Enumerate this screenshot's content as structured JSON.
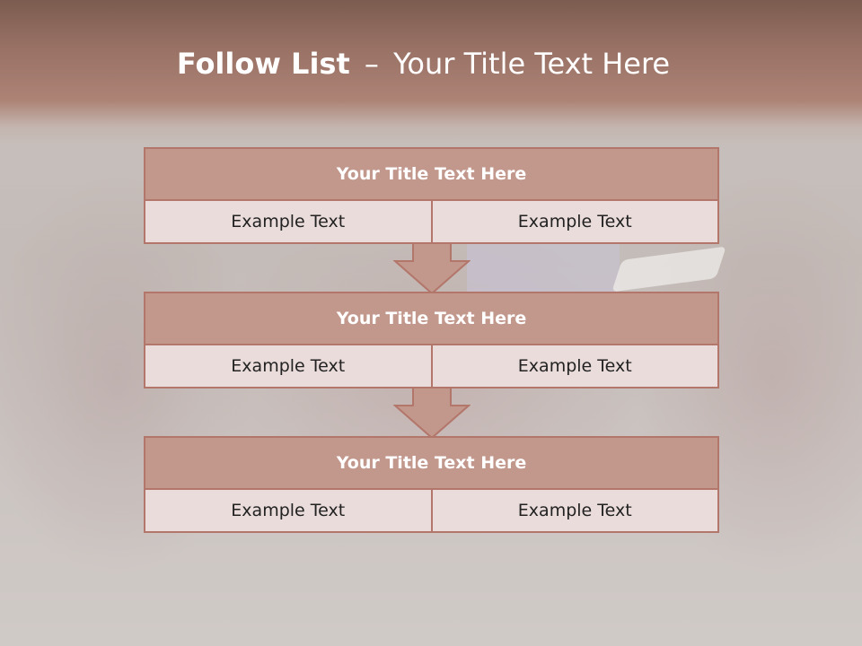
{
  "title": {
    "bold": "Follow List",
    "dash": "–",
    "rest": "Your Title Text Here"
  },
  "steps": [
    {
      "heading": "Your Title Text Here",
      "left": "Example Text",
      "right": "Example Text"
    },
    {
      "heading": "Your Title Text Here",
      "left": "Example Text",
      "right": "Example Text"
    },
    {
      "heading": "Your Title Text Here",
      "left": "Example Text",
      "right": "Example Text"
    }
  ],
  "colors": {
    "header_band": "#9a7266",
    "box_header": "#c2978c",
    "box_border": "#b3766a",
    "box_body": "#eadcdb"
  },
  "icons": [
    "down-arrow-icon"
  ]
}
